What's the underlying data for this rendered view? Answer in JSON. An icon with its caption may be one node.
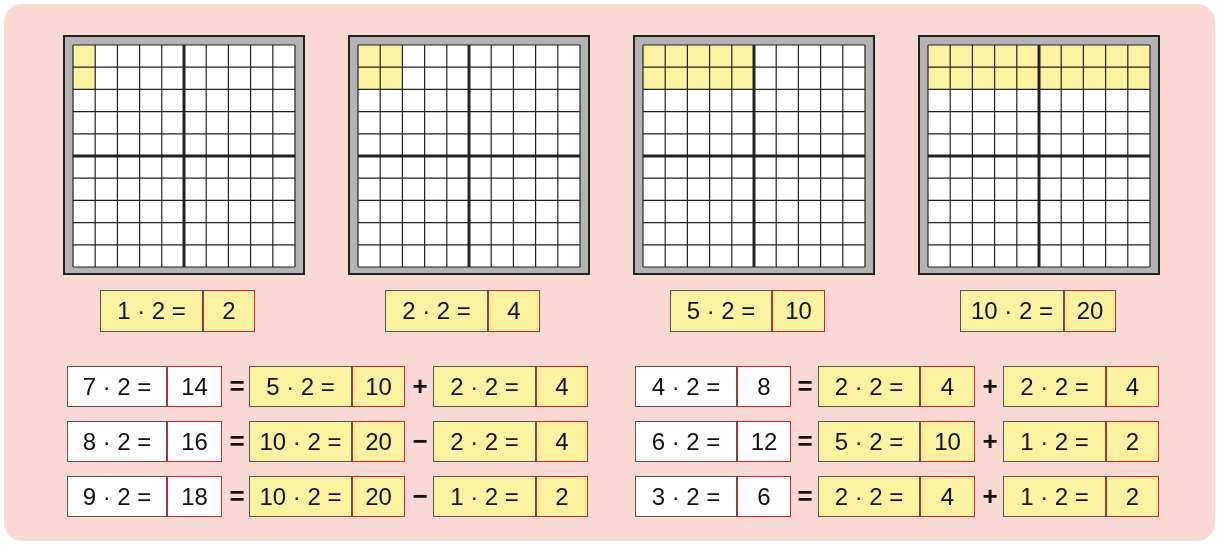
{
  "diagram": {
    "nodes": [
      {
        "text": [
          "1 · 2 ="
        ]
      },
      {
        "text": [
          "2"
        ]
      },
      {
        "text": [
          "2 · 2 ="
        ]
      },
      {
        "text": [
          "4"
        ]
      },
      {
        "text": [
          "5 · 2 ="
        ]
      },
      {
        "text": [
          "10"
        ]
      },
      {
        "text": [
          "10 · 2 ="
        ]
      },
      {
        "text": [
          "20"
        ]
      },
      {
        "text": [
          "7 · 2 ="
        ]
      },
      {
        "text": [
          "14"
        ]
      },
      {
        "text": [
          "5 · 2 ="
        ]
      },
      {
        "text": [
          "10"
        ]
      },
      {
        "text": [
          "2 · 2 ="
        ]
      },
      {
        "text": [
          "4"
        ]
      },
      {
        "text": [
          "4 · 2 ="
        ]
      },
      {
        "text": [
          "8"
        ]
      },
      {
        "text": [
          "2 · 2 ="
        ]
      },
      {
        "text": [
          "4"
        ]
      },
      {
        "text": [
          "2 · 2 ="
        ]
      },
      {
        "text": [
          "4"
        ]
      },
      {
        "text": [
          "8 · 2 ="
        ]
      },
      {
        "text": [
          "16"
        ]
      },
      {
        "text": [
          "10 · 2 ="
        ]
      },
      {
        "text": [
          "20"
        ]
      },
      {
        "text": [
          "2 · 2 ="
        ]
      },
      {
        "text": [
          "4"
        ]
      },
      {
        "text": [
          "6 · 2 ="
        ]
      },
      {
        "text": [
          "12"
        ]
      },
      {
        "text": [
          "5 · 2 ="
        ]
      },
      {
        "text": [
          "10"
        ]
      },
      {
        "text": [
          "1 · 2 ="
        ]
      },
      {
        "text": [
          "2"
        ]
      },
      {
        "text": [
          "9 · 2 ="
        ]
      },
      {
        "text": [
          "18"
        ]
      },
      {
        "text": [
          "10 · 2 ="
        ]
      },
      {
        "text": [
          "20"
        ]
      },
      {
        "text": [
          "1 · 2 ="
        ]
      },
      {
        "text": [
          "2"
        ]
      },
      {
        "text": [
          "3 · 2 ="
        ]
      },
      {
        "text": [
          "6"
        ]
      },
      {
        "text": [
          "2 · 2 ="
        ]
      },
      {
        "text": [
          "4"
        ]
      },
      {
        "text": [
          "1 · 2 ="
        ]
      },
      {
        "text": [
          "2"
        ]
      }
    ],
    "labels": [
      "=",
      "+",
      "=",
      "+",
      "=",
      "−",
      "=",
      "+",
      "=",
      "−",
      "=",
      "+"
    ]
  }
}
